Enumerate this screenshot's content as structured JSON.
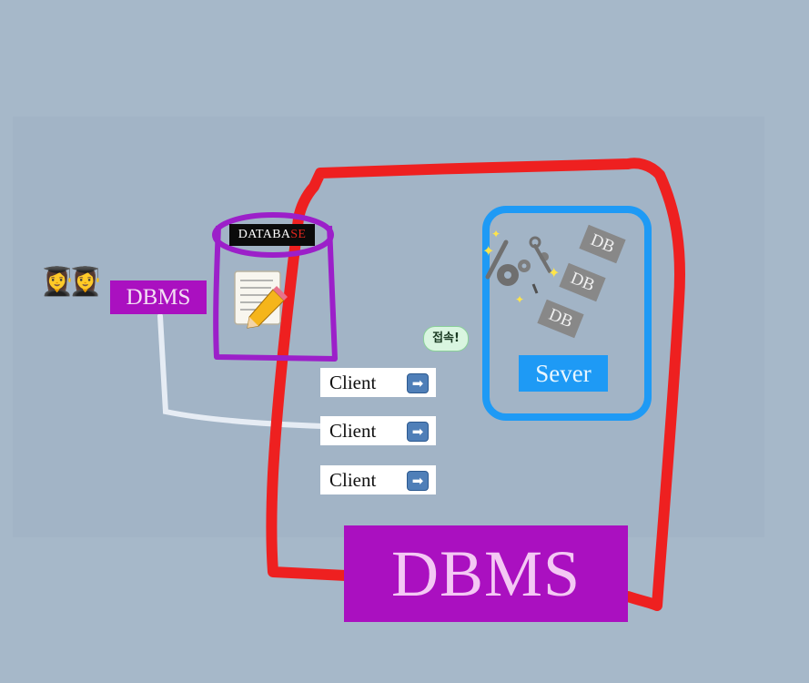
{
  "labels": {
    "dbms_small": "DBMS",
    "database_main": "DATABA",
    "database_tail": "SE",
    "connect": "접속!",
    "server": "Sever",
    "dbms_big": "DBMS",
    "db": "DB"
  },
  "clients": [
    {
      "label": "Client",
      "arrow": "➡"
    },
    {
      "label": "Client",
      "arrow": "➡"
    },
    {
      "label": "Client",
      "arrow": "➡"
    }
  ],
  "icons": {
    "people": "👩‍🎓👩‍🎓",
    "memo": "memo-icon",
    "gears": "gears-icon",
    "sparkle": "✦"
  },
  "colors": {
    "background": "#a6b8c9",
    "red_outline": "#ee2020",
    "purple": "#9c1fc9",
    "magenta_box": "#aa10c0",
    "blue": "#1e9af5",
    "connector": "#e6ecf4"
  }
}
